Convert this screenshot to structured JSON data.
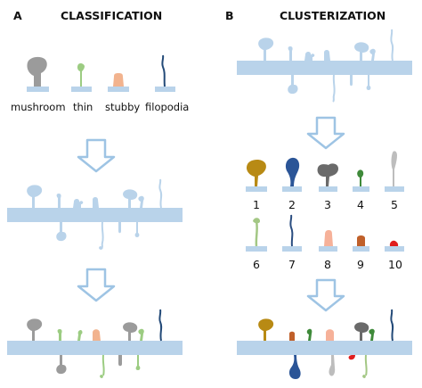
{
  "panels": {
    "a": {
      "letter": "A",
      "title": "CLASSIFICATION"
    },
    "b": {
      "letter": "B",
      "title": "CLUSTERIZATION"
    }
  },
  "classes": {
    "mushroom": "mushroom",
    "thin": "thin",
    "stubby": "stubby",
    "filopodia": "filopodia"
  },
  "clusters": [
    "1",
    "2",
    "3",
    "4",
    "5",
    "6",
    "7",
    "8",
    "9",
    "10"
  ],
  "colors": {
    "dendrite": "#b9d3ea",
    "arrow_outline": "#9ec4e4",
    "mushroom": "#9b9b9b",
    "thin": "#9ccc82",
    "stubby": "#f2b38e",
    "filopodia": "#234a78",
    "c1": "#b88a14",
    "c2": "#2b5597",
    "c3": "#6a6a6a",
    "c4": "#3f8a3a",
    "c5": "#bdbdbd",
    "c6": "#a3c784",
    "c7": "#2a4d80",
    "c8": "#f6b199",
    "c9": "#c0602a",
    "c10": "#e01e1e"
  }
}
